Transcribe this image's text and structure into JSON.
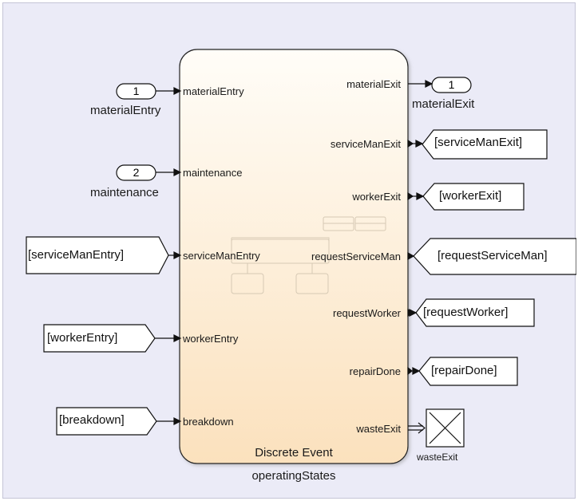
{
  "block": {
    "title": "Discrete Event",
    "name": "operatingStates",
    "input_ports": [
      "materialEntry",
      "maintenance",
      "serviceManEntry",
      "workerEntry",
      "breakdown"
    ],
    "output_ports": [
      "materialExit",
      "serviceManExit",
      "workerExit",
      "requestServiceMan",
      "requestWorker",
      "repairDone",
      "wasteExit"
    ]
  },
  "inports": [
    {
      "number": "1",
      "label": "materialEntry"
    },
    {
      "number": "2",
      "label": "maintenance"
    }
  ],
  "outports": [
    {
      "number": "1",
      "label": "materialExit"
    }
  ],
  "from_tags": [
    "[serviceManEntry]",
    "[workerEntry]",
    "[breakdown]"
  ],
  "goto_tags": [
    "[serviceManExit]",
    "[workerExit]",
    "[requestServiceMan]",
    "[requestWorker]",
    "[repairDone]"
  ],
  "terminator": {
    "label": "wasteExit"
  },
  "colors": {
    "canvas": "#ebebf7",
    "block_top": "#fffdf8",
    "block_bottom": "#fbe5c6",
    "line": "#111111"
  }
}
